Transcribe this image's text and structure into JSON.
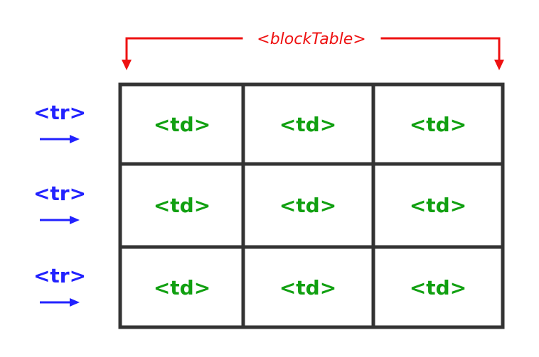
{
  "table_tag": "<blockTable>",
  "row_tag": "<tr>",
  "cell_tag": "<td>",
  "colors": {
    "table_bracket": "#ee1111",
    "row_tag": "#2222ff",
    "cell_tag": "#11a011",
    "grid": "#333333"
  },
  "rows": [
    {
      "label": "<tr>",
      "cells": [
        "<td>",
        "<td>",
        "<td>"
      ]
    },
    {
      "label": "<tr>",
      "cells": [
        "<td>",
        "<td>",
        "<td>"
      ]
    },
    {
      "label": "<tr>",
      "cells": [
        "<td>",
        "<td>",
        "<td>"
      ]
    }
  ]
}
